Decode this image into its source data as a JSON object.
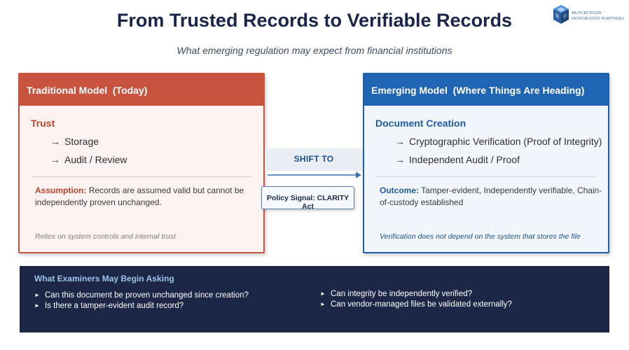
{
  "header": {
    "title": "From Trusted Records to Verifiable Records",
    "subtitle": "What emerging regulation may expect from financial institutions",
    "logo": {
      "line1": "BLOCKCHAIN",
      "line2": "INTEGRATED PARTNERS",
      "icon": "cube-icon",
      "color": "#3266a8"
    }
  },
  "traditional": {
    "heading": "Traditional Model  (Today)",
    "section": "Trust",
    "items": [
      "Storage",
      "Audit / Review"
    ],
    "assumption_label": "Assumption:",
    "assumption_text": "Records are assumed valid but cannot be independently proven unchanged.",
    "footnote": "Relies on system controls and internal trust",
    "accent": "#c8533e"
  },
  "emerging": {
    "heading": "Emerging Model  (Where Things Are Heading)",
    "section": "Document Creation",
    "items": [
      "Cryptographic Verification (Proof of Integrity)",
      "Independent Audit / Proof"
    ],
    "outcome_label": "Outcome:",
    "outcome_text": "Tamper-evident, Independently verifiable, Chain-of-custody established",
    "footnote": "Verification does not depend on the system that stores the file",
    "accent": "#2064b4"
  },
  "transition": {
    "label": "SHIFT TO",
    "policy": "Policy Signal: CLARITY Act",
    "arrow_icon": "arrow-right-icon"
  },
  "examiners": {
    "title": "What Examiners May Begin Asking",
    "left_questions": [
      "Can this document be proven unchanged since creation?",
      "Is there a tamper-evident audit record?"
    ],
    "right_questions": [
      "Can integrity be independently verified?",
      "Can vendor-managed files be validated externally?"
    ],
    "background": "#1c2747",
    "bullet_icon": "triangle-bullet-icon"
  },
  "glyphs": {
    "arrow": "→",
    "triangle": "►"
  }
}
